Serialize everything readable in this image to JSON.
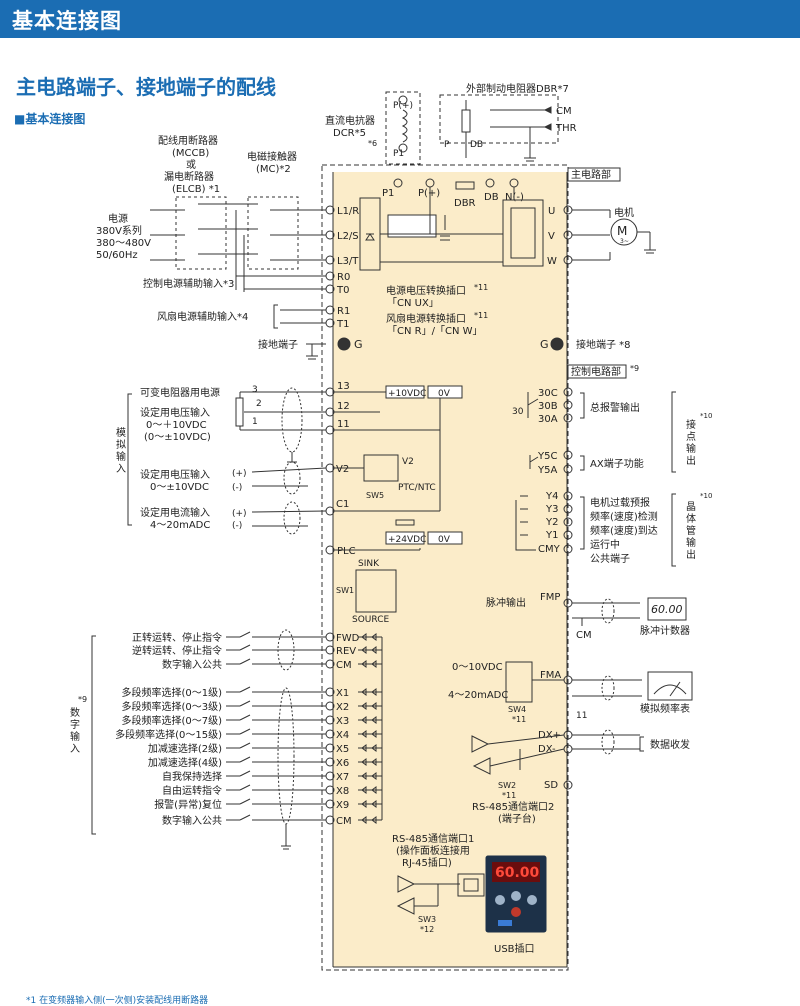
{
  "header": {
    "title": "基本连接图"
  },
  "section": {
    "title": "主电路端子、接地端子的配线",
    "subtitle": "■基本连接图"
  },
  "colors": {
    "accent": "#1b6db3",
    "panel_fill": "#fbecc9",
    "line": "#333333"
  },
  "top": {
    "dcr": [
      "直流电抗器",
      "DCR*5",
      "*6"
    ],
    "dbr": "外部制动电阻器DBR*7",
    "cm": "CM",
    "thr": "THR",
    "main_circuit": "主电路部",
    "control_circuit": "控制电路部",
    "note9": "*9",
    "terminals": [
      "P1",
      "P(+)",
      "DB",
      "N(-)"
    ],
    "p_plus": "P(+)",
    "p1": "P1",
    "p": "P",
    "db": "DB",
    "dbr_inner": "DBR"
  },
  "left": {
    "breaker": [
      "配线用断路器",
      "(MCCB)",
      "或",
      "漏电断路器",
      "(ELCB)  *1"
    ],
    "contactor": [
      "电磁接触器",
      "(MC)*2"
    ],
    "power": [
      "电源",
      "380V系列",
      "380～480V",
      "50/60Hz"
    ],
    "ctrl_aux": "控制电源辅助输入*3",
    "fan_aux": "风扇电源辅助输入*4",
    "ground": "接地端子"
  },
  "main_terminals": [
    "L1/R",
    "L2/S",
    "L3/T",
    "R0",
    "T0",
    "R1",
    "T1",
    "G"
  ],
  "main_notes": {
    "voltage": "电源电压转换插口",
    "voltage_cn": "「CN UX」",
    "fan": "风扇电源转换插口",
    "fan_cn": "「CN R」/「CN W」",
    "n11": "*11"
  },
  "output": {
    "terminals": [
      "U",
      "V",
      "W"
    ],
    "motor": "电机",
    "motor_symbol": "M",
    "motor_sub": "3~",
    "ground": "接地端子 *8",
    "g": "G"
  },
  "analog": {
    "group": [
      "模",
      "拟",
      "输",
      "入"
    ],
    "pot": "可变电阻器用电源",
    "pot_nums": [
      "3",
      "2",
      "1"
    ],
    "v_in": [
      "设定用电压输入",
      "0～＋10VDC",
      "(0～±10VDC)"
    ],
    "v2_in": [
      "设定用电压输入",
      "0～±10VDC"
    ],
    "c1_in": [
      "设定用电流输入",
      "4～20mADC"
    ],
    "plus": "(+)",
    "minus": "(-)",
    "terminals": [
      "13",
      "12",
      "11",
      "V2",
      "C1"
    ],
    "v10": "+10VDC",
    "zero_v": "0V",
    "v24": "+24VDC",
    "sw5": "SW5",
    "ptc": "PTC/NTC",
    "v2_label": "V2"
  },
  "digital": {
    "group": [
      "*9",
      "数",
      "字",
      "输",
      "入"
    ],
    "labels": [
      "正转运转、停止指令",
      "逆转运转、停止指令",
      "数字输入公共",
      "多段频率选择(0～1级)",
      "多段频率选择(0～3级)",
      "多段频率选择(0～7级)",
      "多段频率选择(0～15级)",
      "加减速选择(2级)",
      "加减速选择(4级)",
      "自我保持选择",
      "自由运转指令",
      "报警(异常)复位",
      "数字输入公共"
    ],
    "terminals": [
      "FWD",
      "REV",
      "CM",
      "X1",
      "X2",
      "X3",
      "X4",
      "X5",
      "X6",
      "X7",
      "X8",
      "X9",
      "CM"
    ],
    "plc": "PLC",
    "sink": "SINK",
    "source": "SOURCE",
    "sw1": "SW1"
  },
  "relay": {
    "terminals": [
      "30C",
      "30B",
      "30A",
      "Y5C",
      "Y5A"
    ],
    "alarm": "总报警输出",
    "ax": "AX端子功能",
    "group": [
      "*10",
      "接",
      "点",
      "输",
      "出"
    ],
    "thirty": "30"
  },
  "transistor": {
    "terminals": [
      "Y4",
      "Y3",
      "Y2",
      "Y1",
      "CMY"
    ],
    "labels": [
      "电机过载预报",
      "频率(速度)检测",
      "频率(速度)到达",
      "运行中",
      "公共端子"
    ],
    "group": [
      "*10",
      "晶",
      "体",
      "管",
      "输",
      "出"
    ]
  },
  "pulse": {
    "label": "脉冲输出",
    "terminal": "FMP",
    "cm": "CM",
    "counter": "脉冲计数器",
    "display": "60.00"
  },
  "fma": {
    "terminal": "FMA",
    "v": "0～10VDC",
    "ma": "4～20mADC",
    "sw4": "SW4",
    "n11": "*11",
    "meter": "模拟频率表",
    "eleven": "11"
  },
  "rs485": {
    "dx_plus": "DX+",
    "dx_minus": "DX-",
    "sd": "SD",
    "sw2": "SW2",
    "n11": "*11",
    "data": "数据收发",
    "port2": [
      "RS-485通信端口2",
      "(端子台)"
    ]
  },
  "port1": {
    "lines": [
      "RS-485通信端口1",
      "(操作面板连接用",
      "RJ-45插口)"
    ],
    "sw3": "SW3",
    "n12": "*12",
    "usb": "USB插口",
    "display": "60.00"
  },
  "footnote": "*1 在变频器输入侧(一次侧)安装配线用断路器"
}
